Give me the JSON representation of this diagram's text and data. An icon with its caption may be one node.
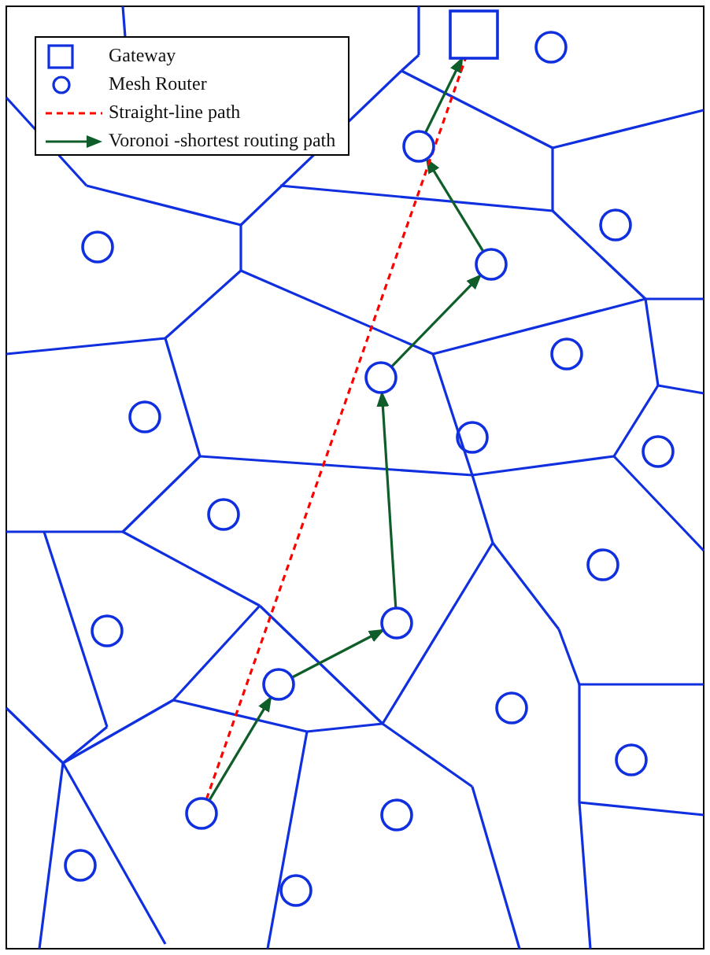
{
  "diagram": {
    "nodes": [
      {
        "text": [],
        "shape": "box"
      },
      {
        "text": [],
        "shape": "circle"
      },
      {
        "text": [],
        "shape": "circle"
      },
      {
        "text": [],
        "shape": "circle"
      },
      {
        "text": [],
        "shape": "circle"
      },
      {
        "text": [],
        "shape": "circle"
      },
      {
        "text": [],
        "shape": "circle"
      },
      {
        "text": [],
        "shape": "circle"
      },
      {
        "text": [],
        "shape": "circle"
      },
      {
        "text": [],
        "shape": "circle"
      },
      {
        "text": [],
        "shape": "circle"
      },
      {
        "text": [],
        "shape": "circle"
      },
      {
        "text": [],
        "shape": "circle"
      },
      {
        "text": [],
        "shape": "circle"
      },
      {
        "text": [],
        "shape": "circle"
      },
      {
        "text": [],
        "shape": "circle"
      },
      {
        "text": [],
        "shape": "circle"
      },
      {
        "text": [],
        "shape": "circle"
      },
      {
        "text": [],
        "shape": "circle"
      },
      {
        "text": [],
        "shape": "circle"
      },
      {
        "text": [],
        "shape": "circle"
      },
      {
        "text": [],
        "shape": "circle"
      }
    ],
    "edges": [
      {
        "from": 18,
        "to": 15,
        "arrow": "to"
      },
      {
        "from": 15,
        "to": 13,
        "arrow": "to"
      },
      {
        "from": 13,
        "to": 7,
        "arrow": "to"
      },
      {
        "from": 7,
        "to": 5,
        "arrow": "to"
      },
      {
        "from": 5,
        "to": 2,
        "arrow": "to"
      },
      {
        "from": 2,
        "to": 0,
        "arrow": "to"
      },
      {
        "from": 18,
        "to": 0,
        "arrow": "none",
        "style": "dashed",
        "color": "#ff0000"
      }
    ],
    "legend": [
      {
        "text": "Gateway"
      },
      {
        "text": "Mesh Router"
      },
      {
        "text": "Straight-line path"
      },
      {
        "text": "Voronoi -shortest routing path"
      }
    ]
  }
}
